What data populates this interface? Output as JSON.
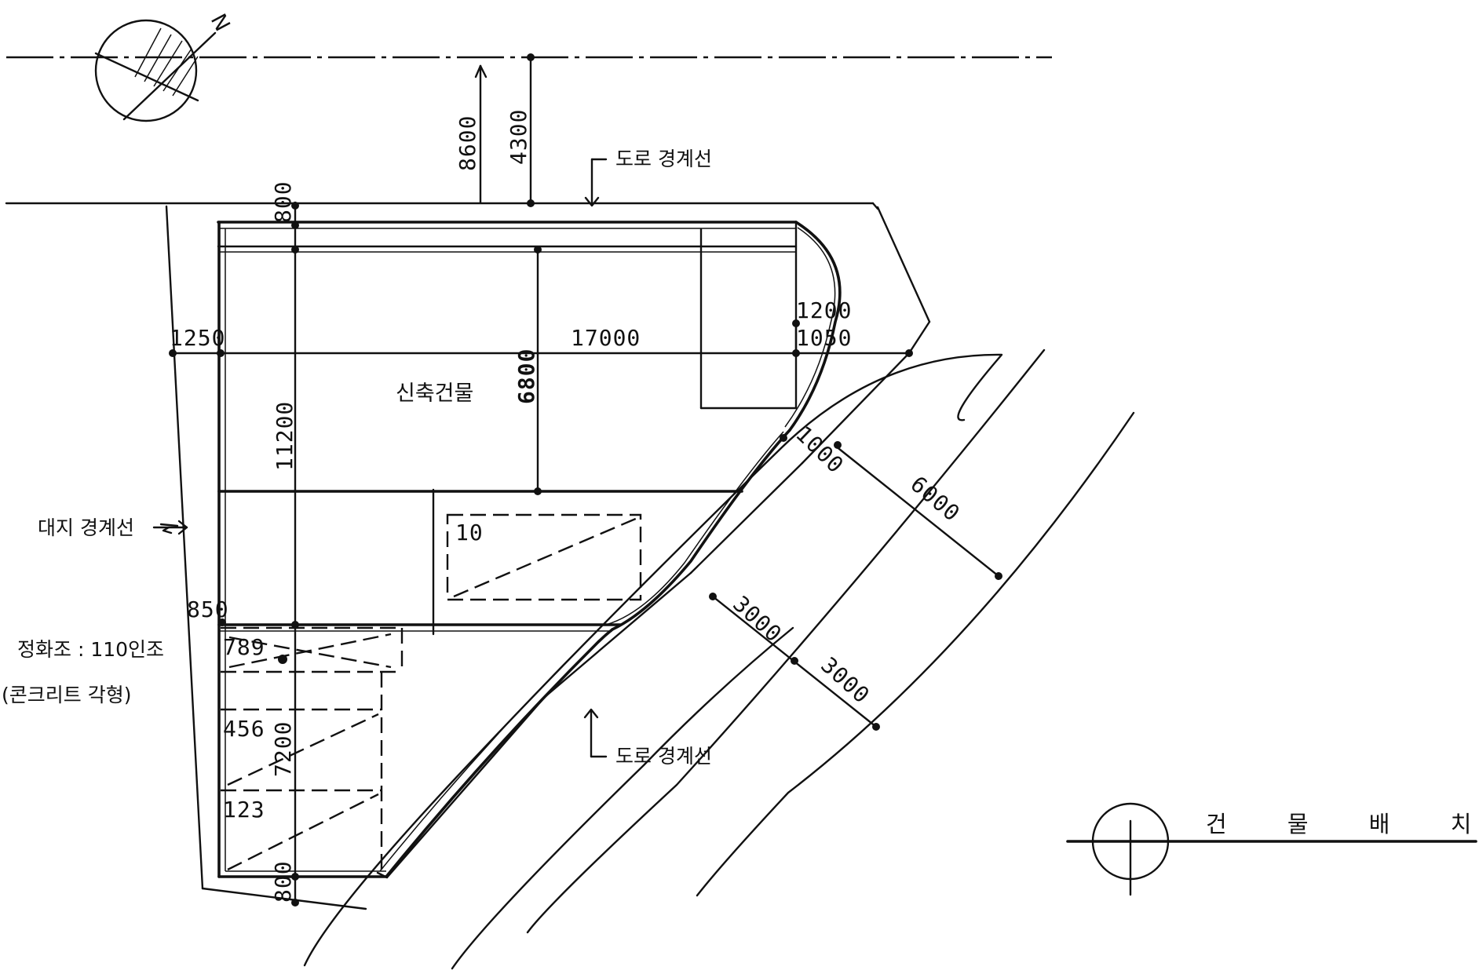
{
  "north_label": "N",
  "road_upper": {
    "width_total": "8600",
    "width_half": "4300",
    "boundary_label": "도로 경계선"
  },
  "site_boundary_label": "대지 경계선",
  "building": {
    "name": "신축건물",
    "length": "17000",
    "depth": "11200",
    "depth_partial": "6800",
    "setback_top": "800",
    "setback_bottom": "800",
    "setback_left": "1250",
    "setback_left_lower": "850",
    "setback_right_1": "1200",
    "setback_right_2": "1050",
    "corner_gap": "1000"
  },
  "parking": {
    "small_lot": "10",
    "lot_a": "789",
    "lot_b": "456",
    "lot_c": "123",
    "area_depth": "7200"
  },
  "septic": {
    "line1": "정화조 : 110인조",
    "line2": "(콘크리트 각형)"
  },
  "road_lower": {
    "total": "6000",
    "lane_a": "3000",
    "lane_b": "3000",
    "boundary_label": "도로 경계선"
  },
  "title": "건 물 배 치 도"
}
